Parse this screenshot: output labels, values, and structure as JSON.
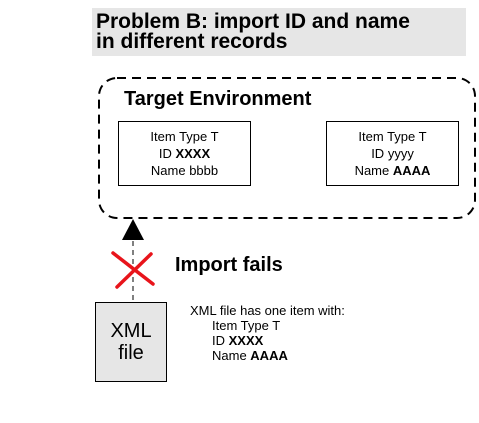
{
  "title": {
    "line1": "Problem B: import ID and name",
    "line2": "in different records"
  },
  "environment": {
    "title": "Target Environment",
    "records": [
      {
        "type_line": "Item Type T",
        "id_prefix": "ID ",
        "id_value": "XXXX",
        "name_prefix": "Name ",
        "name_value": "bbbb"
      },
      {
        "type_line": "Item Type T",
        "id_prefix": "ID ",
        "id_value": "yyyy",
        "name_prefix": "Name ",
        "name_value": "AAAA"
      }
    ]
  },
  "import": {
    "status_label": "Import fails"
  },
  "xml_file": {
    "label_line1": "XML",
    "label_line2": "file",
    "description": "XML file has one item with:",
    "type_line": "Item Type T",
    "id_prefix": "ID ",
    "id_value": "XXXX",
    "name_prefix": "Name ",
    "name_value": "AAAA"
  },
  "colors": {
    "title_background": "#e6e6e6",
    "xml_box_background": "#e6e6e6",
    "fail_cross": "#e8141b"
  }
}
